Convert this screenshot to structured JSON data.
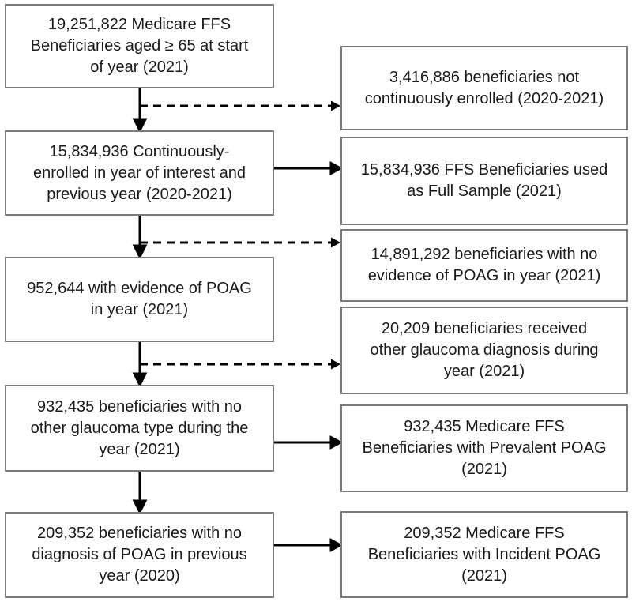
{
  "colors": {
    "background": "#ffffff",
    "box_fill": "#ffffff",
    "box_border": "#7a7a7a",
    "arrow": "#000000",
    "text": "#1a1a1a"
  },
  "flowchart": {
    "left_column": [
      {
        "name": "medicare-ffs-total",
        "lines": [
          "19,251,822 Medicare FFS",
          "Beneficiaries aged ≥ 65 at start",
          "of year (2021)"
        ]
      },
      {
        "name": "continuously-enrolled",
        "lines": [
          "15,834,936 Continuously-",
          "enrolled in year of interest and",
          "previous year (2020-2021)"
        ]
      },
      {
        "name": "evidence-of-poag",
        "lines": [
          "952,644 with evidence of POAG",
          "in year (2021)"
        ]
      },
      {
        "name": "no-other-glaucoma",
        "lines": [
          "932,435 beneficiaries with no",
          "other glaucoma type during the",
          "year (2021)"
        ]
      },
      {
        "name": "no-prior-poag-diagnosis",
        "lines": [
          "209,352 beneficiaries with no",
          "diagnosis of POAG in previous",
          "year (2020)"
        ]
      }
    ],
    "right_column": [
      {
        "name": "not-continuously-enrolled",
        "lines": [
          "3,416,886 beneficiaries not",
          "continuously enrolled (2020-2021)"
        ]
      },
      {
        "name": "full-sample",
        "lines": [
          "15,834,936 FFS Beneficiaries used",
          "as Full Sample (2021)"
        ]
      },
      {
        "name": "no-evidence-poag",
        "lines": [
          "14,891,292 beneficiaries with no",
          "evidence of POAG in year (2021)"
        ]
      },
      {
        "name": "other-glaucoma-diagnosis",
        "lines": [
          "20,209 beneficiaries received",
          "other glaucoma diagnosis during",
          "year (2021)"
        ]
      },
      {
        "name": "prevalent-poag",
        "lines": [
          "932,435 Medicare FFS",
          "Beneficiaries with Prevalent POAG",
          "(2021)"
        ]
      },
      {
        "name": "incident-poag",
        "lines": [
          "209,352 Medicare FFS",
          "Beneficiaries with Incident POAG",
          "(2021)"
        ]
      }
    ]
  }
}
